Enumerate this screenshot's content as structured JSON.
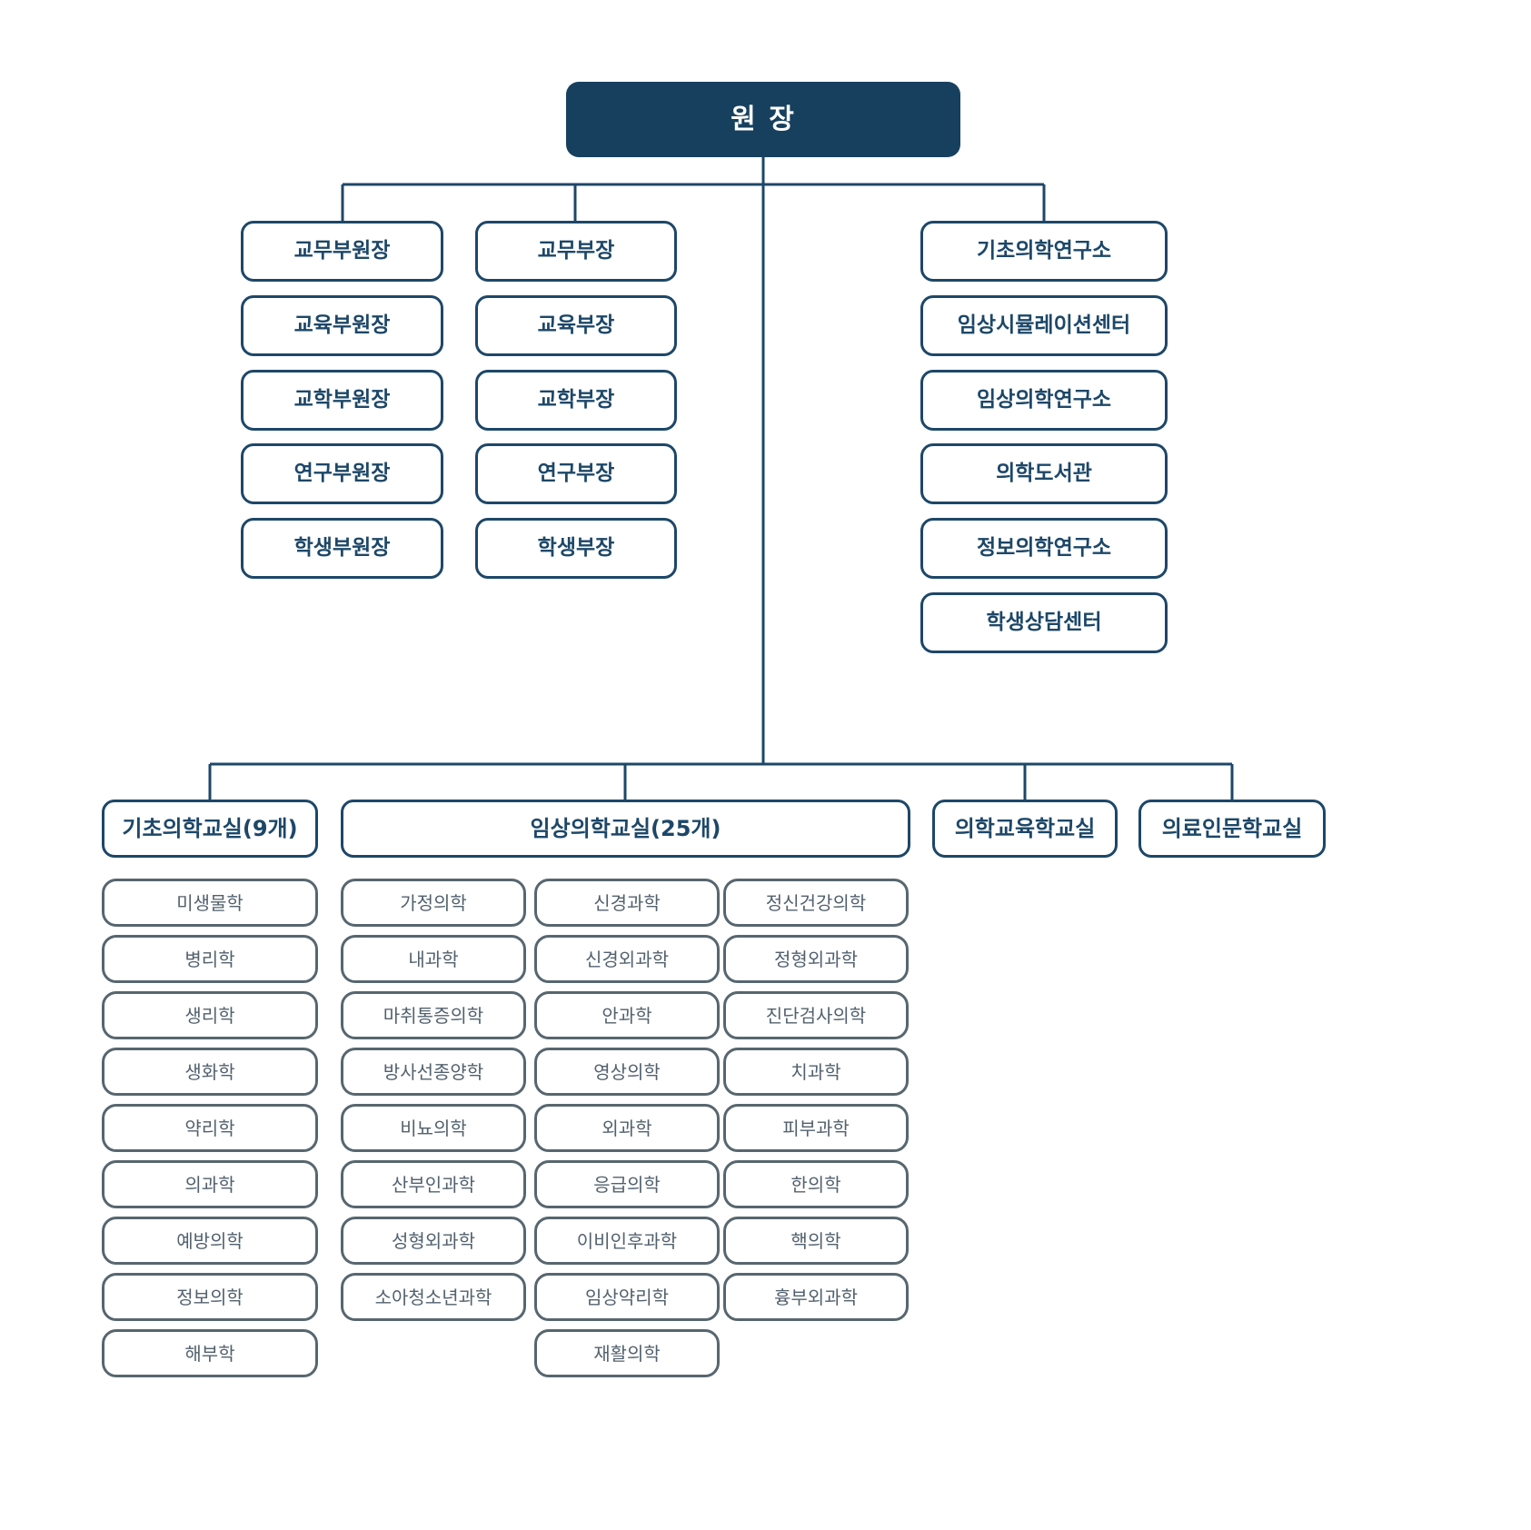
{
  "palette": {
    "navy_fill": "#17405f",
    "navy_line": "#1d4768",
    "slate_line": "#57666f",
    "background": "#ffffff"
  },
  "root": {
    "label": "원 장"
  },
  "vice_deans": [
    "교무부원장",
    "교육부원장",
    "교학부원장",
    "연구부원장",
    "학생부원장"
  ],
  "directors": [
    "교무부장",
    "교육부장",
    "교학부장",
    "연구부장",
    "학생부장"
  ],
  "institutes": [
    "기초의학연구소",
    "임상시뮬레이션센터",
    "임상의학연구소",
    "의학도서관",
    "정보의학연구소",
    "학생상담센터"
  ],
  "groups": {
    "basic": {
      "label": "기초의학교실(9개)",
      "items": [
        "미생물학",
        "병리학",
        "생리학",
        "생화학",
        "약리학",
        "의과학",
        "예방의학",
        "정보의학",
        "해부학"
      ]
    },
    "clinical": {
      "label": "임상의학교실(25개)",
      "columns": [
        [
          "가정의학",
          "내과학",
          "마취통증의학",
          "방사선종양학",
          "비뇨의학",
          "산부인과학",
          "성형외과학",
          "소아청소년과학"
        ],
        [
          "신경과학",
          "신경외과학",
          "안과학",
          "영상의학",
          "외과학",
          "응급의학",
          "이비인후과학",
          "임상약리학",
          "재활의학"
        ],
        [
          "정신건강의학",
          "정형외과학",
          "진단검사의학",
          "치과학",
          "피부과학",
          "한의학",
          "핵의학",
          "흉부외과학"
        ]
      ]
    },
    "med_education": {
      "label": "의학교육학교실"
    },
    "med_humanities": {
      "label": "의료인문학교실"
    }
  }
}
